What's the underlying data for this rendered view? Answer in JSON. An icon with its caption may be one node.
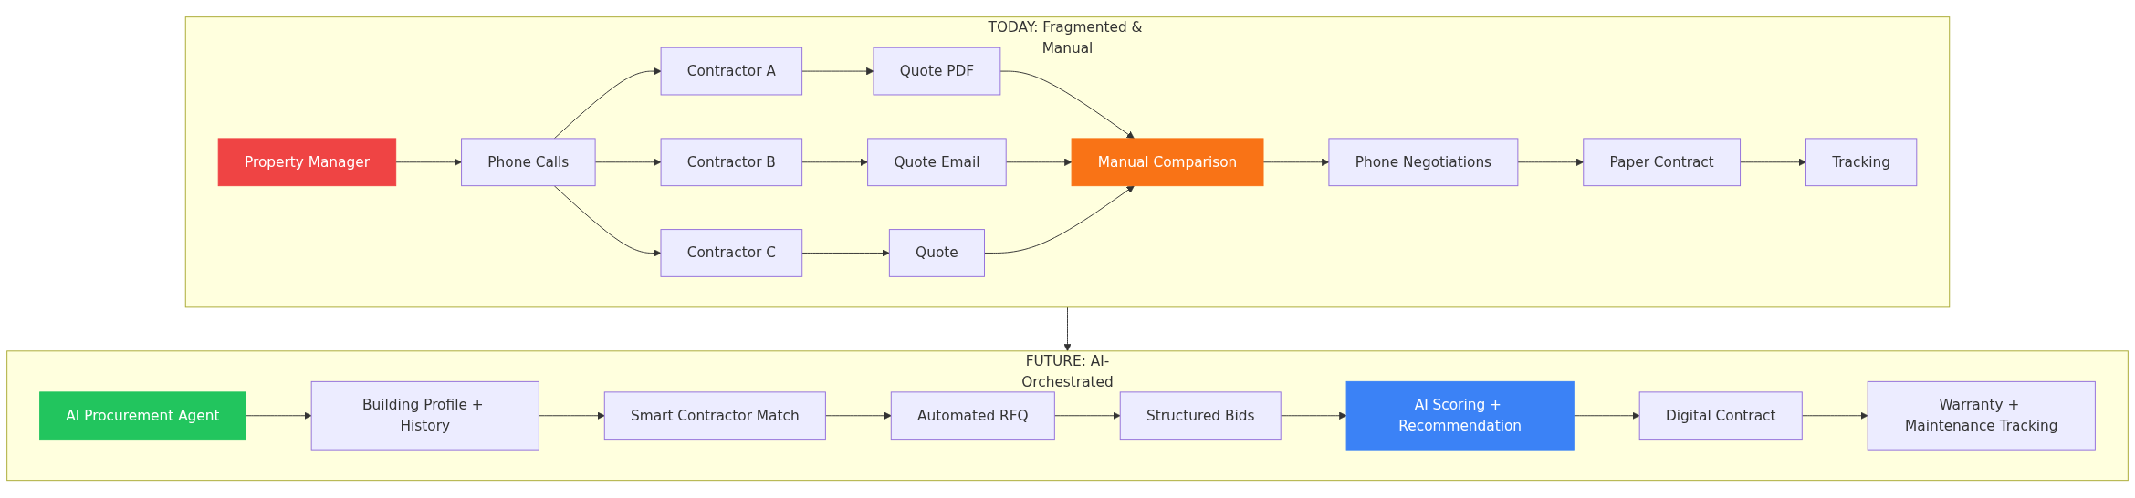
{
  "diagram": {
    "nodes": [
      {
        "text": [
          "TODAY: Fragmented & Manual"
        ]
      },
      {
        "text": [
          "Property Manager"
        ],
        "in": 0
      },
      {
        "text": [
          "Phone Calls"
        ],
        "in": 0
      },
      {
        "text": [
          "Contractor A"
        ],
        "in": 0
      },
      {
        "text": [
          "Contractor B"
        ],
        "in": 0
      },
      {
        "text": [
          "Contractor C"
        ],
        "in": 0
      },
      {
        "text": [
          "Quote PDF"
        ],
        "in": 0
      },
      {
        "text": [
          "Quote Email"
        ],
        "in": 0
      },
      {
        "text": [
          "Quote"
        ],
        "in": 0
      },
      {
        "text": [
          "Manual Comparison"
        ],
        "in": 0
      },
      {
        "text": [
          "Phone Negotiations"
        ],
        "in": 0
      },
      {
        "text": [
          "Paper Contract"
        ],
        "in": 0
      },
      {
        "text": [
          "Tracking"
        ],
        "in": 0
      },
      {
        "text": [
          "FUTURE: AI-Orchestrated"
        ]
      },
      {
        "text": [
          "AI Procurement Agent"
        ],
        "in": 13
      },
      {
        "text": [
          "Building Profile + History"
        ],
        "in": 13
      },
      {
        "text": [
          "Smart Contractor Match"
        ],
        "in": 13
      },
      {
        "text": [
          "Automated RFQ"
        ],
        "in": 13
      },
      {
        "text": [
          "Structured Bids"
        ],
        "in": 13
      },
      {
        "text": [
          "AI Scoring + Recommendation"
        ],
        "in": 13
      },
      {
        "text": [
          "Digital Contract"
        ],
        "in": 13
      },
      {
        "text": [
          "Warranty + Maintenance Tracking"
        ],
        "in": 13
      }
    ],
    "edges": [
      {
        "from": 1,
        "to": 2,
        "arrow": "to"
      },
      {
        "from": 2,
        "to": 3,
        "arrow": "to"
      },
      {
        "from": 2,
        "to": 4,
        "arrow": "to"
      },
      {
        "from": 2,
        "to": 5,
        "arrow": "to"
      },
      {
        "from": 3,
        "to": 6,
        "arrow": "to"
      },
      {
        "from": 4,
        "to": 7,
        "arrow": "to"
      },
      {
        "from": 5,
        "to": 8,
        "arrow": "to"
      },
      {
        "from": 6,
        "to": 9,
        "arrow": "to"
      },
      {
        "from": 7,
        "to": 9,
        "arrow": "to"
      },
      {
        "from": 8,
        "to": 9,
        "arrow": "to"
      },
      {
        "from": 9,
        "to": 10,
        "arrow": "to"
      },
      {
        "from": 10,
        "to": 11,
        "arrow": "to"
      },
      {
        "from": 11,
        "to": 12,
        "arrow": "to"
      },
      {
        "from": 0,
        "to": 13,
        "arrow": "to"
      },
      {
        "from": 14,
        "to": 15,
        "arrow": "to"
      },
      {
        "from": 15,
        "to": 16,
        "arrow": "to"
      },
      {
        "from": 16,
        "to": 17,
        "arrow": "to"
      },
      {
        "from": 17,
        "to": 18,
        "arrow": "to"
      },
      {
        "from": 18,
        "to": 19,
        "arrow": "to"
      },
      {
        "from": 19,
        "to": 20,
        "arrow": "to"
      },
      {
        "from": 20,
        "to": 21,
        "arrow": "to"
      }
    ]
  }
}
